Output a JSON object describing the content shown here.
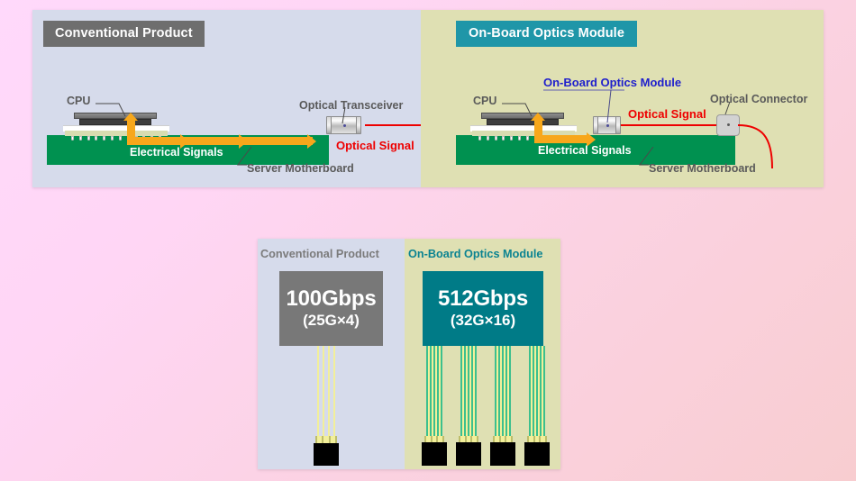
{
  "background": {
    "from": "#ffd9fb",
    "to": "#f8cdd0"
  },
  "top_figure": {
    "left_panel": {
      "tag": "Conventional Product",
      "tag_bg": "#6e6e6e",
      "panel_bg": "#d6dbeb",
      "labels": {
        "cpu": "CPU",
        "transceiver": "Optical Transceiver",
        "electrical": "Electrical Signals",
        "optical": "Optical Signal",
        "motherboard": "Server Motherboard"
      }
    },
    "right_panel": {
      "tag": "On-Board Optics Module",
      "tag_bg": "#1f96a8",
      "panel_bg": "#dfe0b3",
      "labels": {
        "cpu": "CPU",
        "module": "On-Board Optics Module",
        "connector": "Optical Connector",
        "electrical": "Electrical Signals",
        "optical": "Optical Signal",
        "motherboard": "Server Motherboard"
      }
    }
  },
  "bottom_figure": {
    "left_panel": {
      "heading": "Conventional Product",
      "heading_color": "#7b7b7b",
      "box_bg": "#787878",
      "speed": "100Gbps",
      "breakdown": "(25G×4)",
      "fiber_count": 4,
      "connector_count": 1
    },
    "right_panel": {
      "heading": "On-Board Optics Module",
      "heading_color": "#0b8391",
      "box_bg": "#007b87",
      "speed": "512Gbps",
      "breakdown": "(32G×16)",
      "fiber_count": 16,
      "ribbon_count": 4,
      "connector_count": 4
    }
  }
}
